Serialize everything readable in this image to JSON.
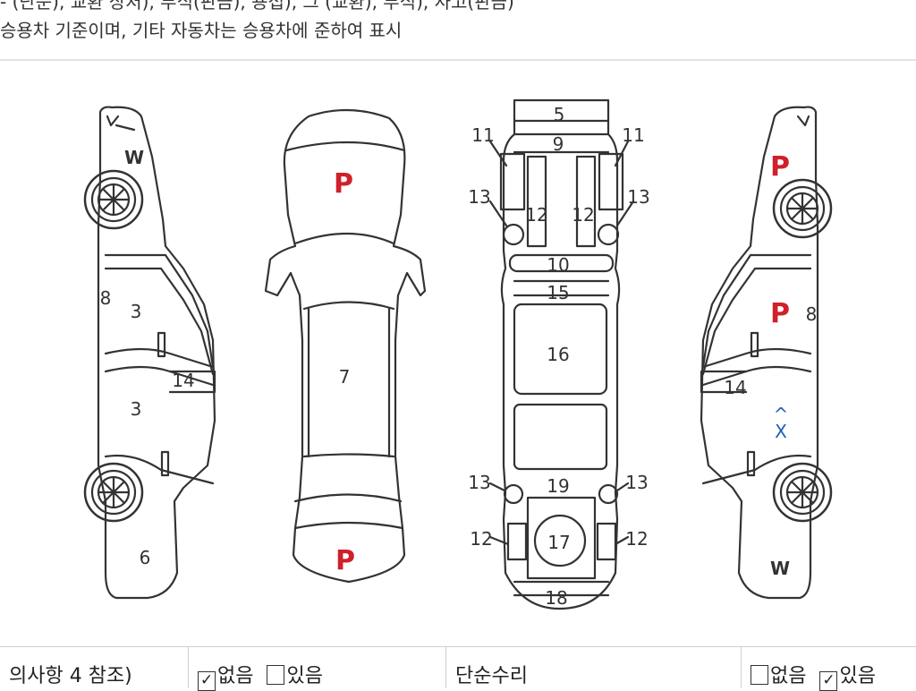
{
  "header": {
    "line_top": "- (단순), 교환 상처), 부식(판금), 용접), 그 (교환), 부식), 사고(판금)",
    "line_note": "승용차 기준이며, 기타 자동차는 승용차에 준하여 표시"
  },
  "diagram": {
    "marks": {
      "w": "W",
      "p": "P",
      "x": "X",
      "x_accent": "^"
    },
    "numbers": {
      "n3": "3",
      "n5": "5",
      "n6": "6",
      "n7": "7",
      "n8": "8",
      "n9": "9",
      "n10": "10",
      "n11": "11",
      "n12": "12",
      "n13": "13",
      "n14": "14",
      "n15": "15",
      "n16": "16",
      "n17": "17",
      "n18": "18",
      "n19": "19"
    },
    "colors": {
      "line": "#333333",
      "mark_p": "#d0202a",
      "mark_x": "#1f5fb5"
    }
  },
  "table": {
    "row": [
      {
        "label": "의사항 4 참조)",
        "options": []
      },
      {
        "label": "",
        "options": [
          {
            "text": "없음",
            "checked": true
          },
          {
            "text": "있음",
            "checked": false
          }
        ]
      },
      {
        "label": "단순수리",
        "options": []
      },
      {
        "label": "",
        "options": [
          {
            "text": "없음",
            "checked": false
          },
          {
            "text": "있음",
            "checked": true
          }
        ]
      }
    ]
  }
}
